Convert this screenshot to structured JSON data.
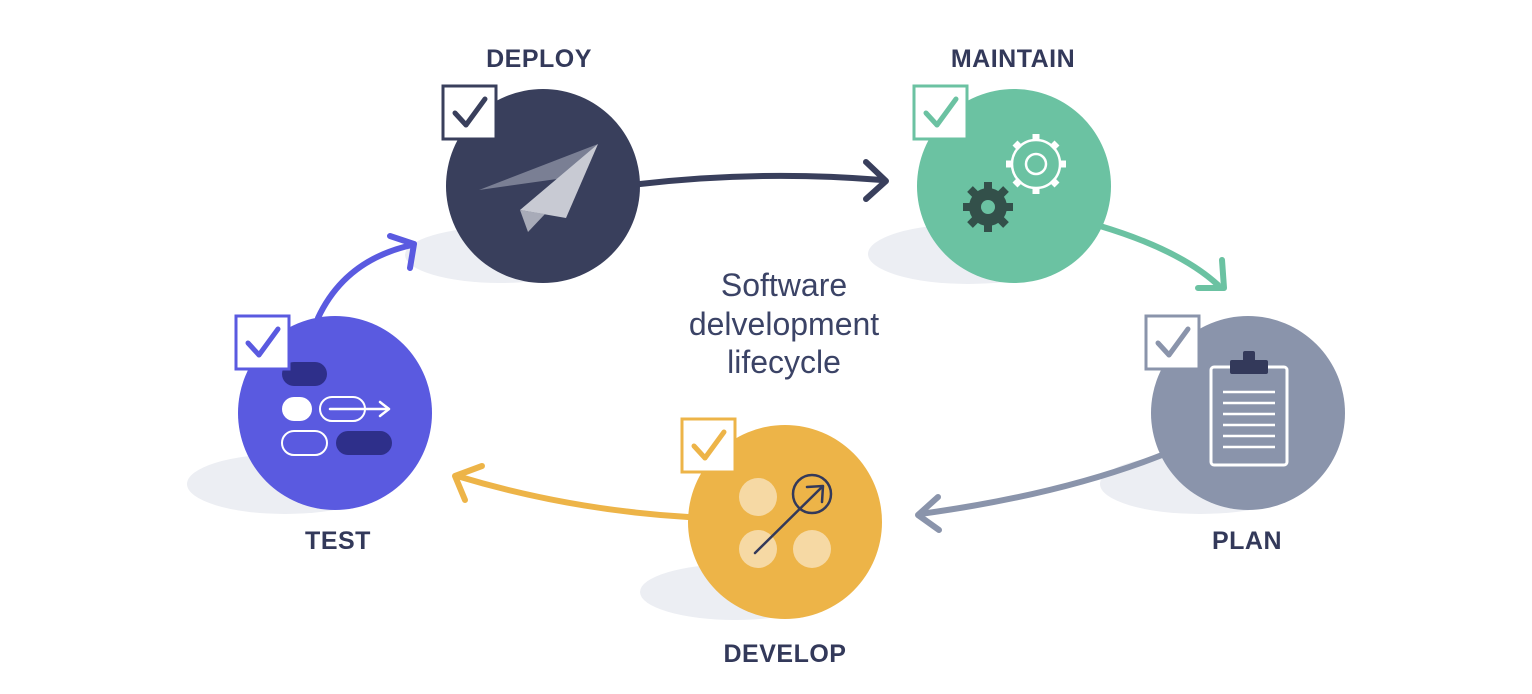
{
  "title": {
    "lines": [
      "Software",
      "delvelopment",
      "lifecycle"
    ]
  },
  "stages": {
    "deploy": {
      "label": "DEPLOY",
      "color": "#393f5c",
      "icon": "paper-plane-icon",
      "checked": true
    },
    "maintain": {
      "label": "MAINTAIN",
      "color": "#6bc2a2",
      "icon": "gears-icon",
      "checked": true
    },
    "plan": {
      "label": "PLAN",
      "color": "#8a94ab",
      "icon": "clipboard-icon",
      "checked": true
    },
    "develop": {
      "label": "DEVELOP",
      "color": "#edb448",
      "icon": "develop-icon",
      "checked": true
    },
    "test": {
      "label": "TEST",
      "color": "#5a5ae0",
      "icon": "test-flow-icon",
      "checked": true
    }
  },
  "colors": {
    "shadow": "#eceef3",
    "arrow_deploy_to_maintain": "#393f5c",
    "arrow_maintain_to_plan": "#6bc2a2",
    "arrow_plan_to_develop": "#8a94ab",
    "arrow_develop_to_test": "#edb448",
    "arrow_test_to_deploy": "#5a5ae0"
  }
}
